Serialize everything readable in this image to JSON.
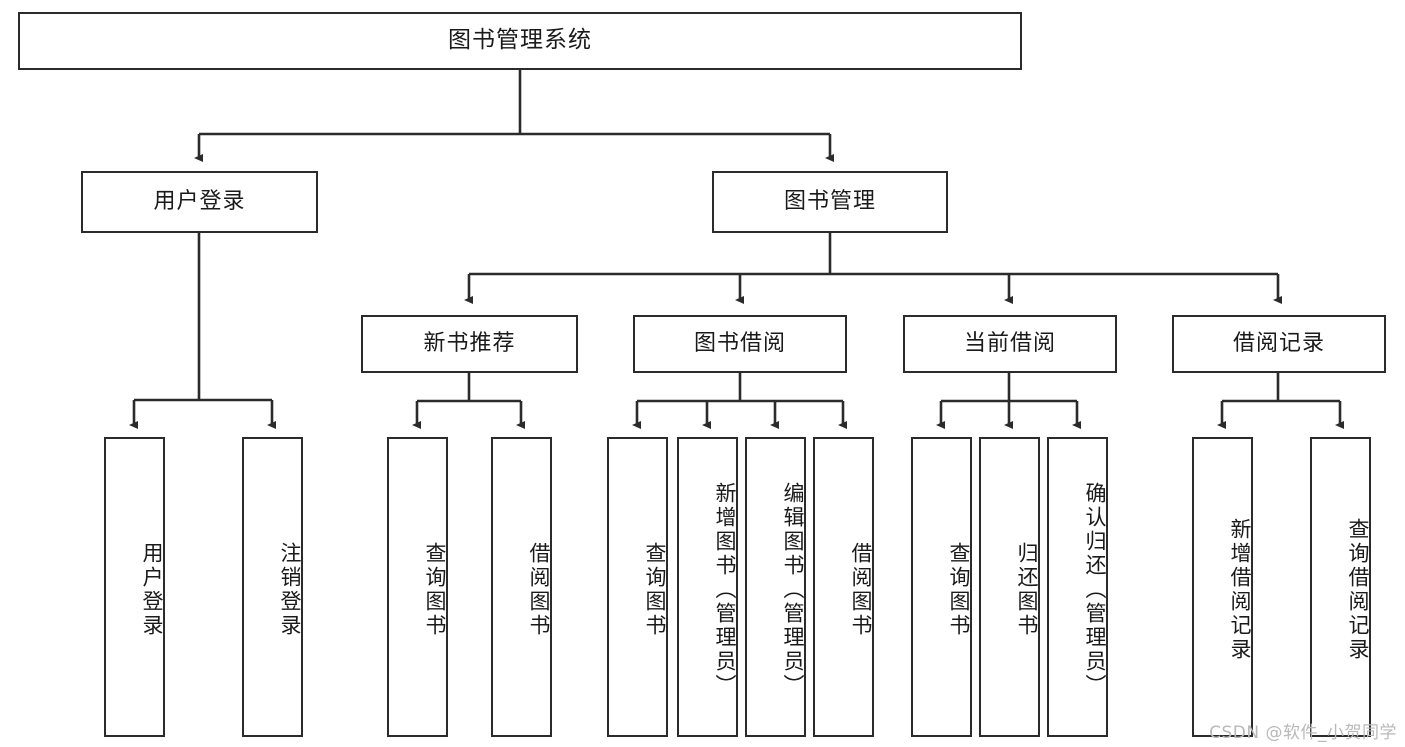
{
  "diagram": {
    "title": "图书管理系统",
    "type": "tree",
    "watermark": "CSDN @软件_小贺同学",
    "stroke_color": "#2b2b2b",
    "fill_color": "#ffffff",
    "text_color": "#1a1a1a"
  },
  "nodes": {
    "root": {
      "label": "图书管理系统"
    },
    "level2": [
      {
        "label": "用户登录"
      },
      {
        "label": "图书管理"
      }
    ],
    "level3": [
      {
        "label": "新书推荐"
      },
      {
        "label": "图书借阅"
      },
      {
        "label": "当前借阅"
      },
      {
        "label": "借阅记录"
      }
    ],
    "leaves": {
      "user_login": [
        {
          "label": "用户登录"
        },
        {
          "label": "注销登录"
        }
      ],
      "new_book": [
        {
          "label": "查询图书"
        },
        {
          "label": "借阅图书"
        }
      ],
      "book_borrow": [
        {
          "label": "查询图书"
        },
        {
          "label": "新增图书（管理员）"
        },
        {
          "label": "编辑图书（管理员）"
        },
        {
          "label": "借阅图书"
        }
      ],
      "current_borrow": [
        {
          "label": "查询图书"
        },
        {
          "label": "归还图书"
        },
        {
          "label": "确认归还（管理员）"
        }
      ],
      "borrow_record": [
        {
          "label": "新增借阅记录"
        },
        {
          "label": "查询借阅记录"
        }
      ]
    }
  }
}
